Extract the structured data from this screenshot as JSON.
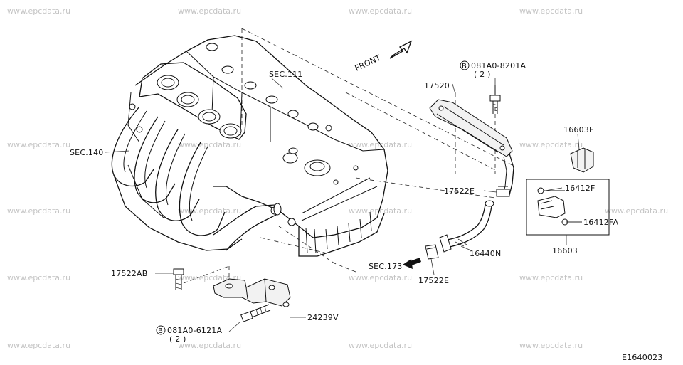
{
  "watermark": "www.epcdata.ru",
  "diagram_code": "E1640023",
  "direction_label": "FRONT",
  "bolt_circle_letter": "B",
  "labels": {
    "sec111": "SEC.111",
    "sec140": "SEC.140",
    "sec173": "SEC.173",
    "p17520": "17520",
    "bolt_top": "081A0-8201A",
    "bolt_top_qty": "( 2 )",
    "p16603e": "16603E",
    "p17522e_a": "17522E",
    "p16412f": "16412F",
    "p16412fa": "16412FA",
    "p16603": "16603",
    "p16440n": "16440N",
    "p17522e_b": "17522E",
    "p17522ab": "17522AB",
    "p24239v": "24239V",
    "bolt_bot": "081A0-6121A",
    "bolt_bot_qty": "( 2 )"
  }
}
